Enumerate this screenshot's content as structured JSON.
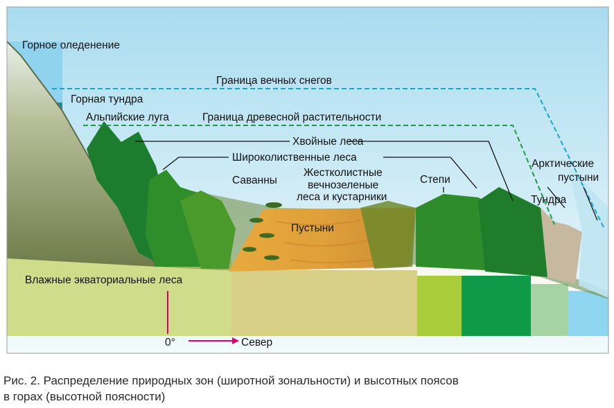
{
  "labels": {
    "mountain_glaciation": "Горное оледенение",
    "snow_line": "Граница вечных снегов",
    "mountain_tundra": "Горная тундра",
    "alpine_meadows": "Альпийские луга",
    "tree_line": "Граница древесной растительности",
    "coniferous": "Хвойные леса",
    "broadleaf": "Широколиственные леса",
    "savannas": "Саванны",
    "sclerophyll_1": "Жестколистные",
    "sclerophyll_2": "вечнозеленые",
    "sclerophyll_3": "леса и кустарники",
    "steppes": "Степи",
    "arctic_1": "Арктические",
    "arctic_2": "пустыни",
    "tundra": "Тундра",
    "deserts": "Пустыни",
    "equatorial": "Влажные экваториальные леса",
    "zero_degree": "0°",
    "north": "Север"
  },
  "caption": {
    "line1": "Рис. 2. Распределение природных зон (широтной зональности) и высотных поясов",
    "line2": "в горах (высотной поясности)"
  },
  "colors": {
    "sky_top": "#a9dcf0",
    "sky_bottom": "#eef8fb",
    "snow_line": "#17a7c9",
    "tree_line": "#1e9a4a",
    "arrow_north": "#d6006f",
    "band_ice": "#8fd3ee",
    "band_glacier": "#2a8a93",
    "band_tundra": "#c6d9b4",
    "band_dark_green": "#13a04a",
    "band_green": "#6cbd3a",
    "band_light_green": "#cfdd8a",
    "band_savanna": "#d7cf85",
    "band_steppe": "#a9cc3a",
    "band_forest": "#0e9a47",
    "band_light_tundra": "#a6d3a4",
    "band_arctic": "#8ed5ef"
  }
}
